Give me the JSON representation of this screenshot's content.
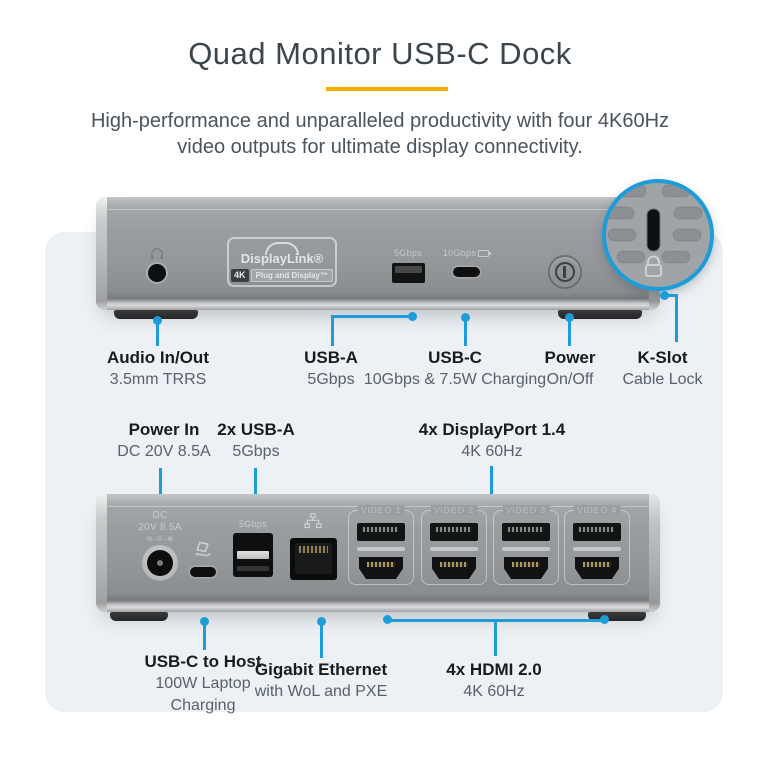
{
  "header": {
    "title": "Quad Monitor USB-C Dock",
    "subtitle_line1": "High-performance and unparalleled productivity with four 4K60Hz",
    "subtitle_line2": "video outputs for ultimate display connectivity."
  },
  "colors": {
    "accent_blue": "#1d9cd9",
    "underline_yellow": "#f7ad00",
    "panel_background": "#edf0f4"
  },
  "front_dock": {
    "displaylink": {
      "brand": "DisplayLink®",
      "badge_4k": "4K",
      "badge_tagline": "Plug and Display™"
    },
    "usb_a_label": "5Gbps",
    "usb_c_label": "10Gbps"
  },
  "front_callouts": [
    {
      "title": "Audio In/Out",
      "sub": "3.5mm TRRS"
    },
    {
      "title": "USB-A",
      "sub": "5Gbps"
    },
    {
      "title": "USB-C",
      "sub": "10Gbps & 7.5W Charging"
    },
    {
      "title": "Power",
      "sub": "On/Off"
    },
    {
      "title": "K-Slot",
      "sub": "Cable Lock"
    }
  ],
  "mid_callouts": [
    {
      "title": "Power In",
      "sub": "DC 20V 8.5A"
    },
    {
      "title": "2x USB-A",
      "sub": "5Gbps"
    },
    {
      "title": "4x DisplayPort 1.4",
      "sub": "4K 60Hz"
    }
  ],
  "back_dock": {
    "dc_line1": "DC",
    "dc_line2": "20V 8.5A",
    "dc_polarity": "⊖–⊙–⊕",
    "usb_a_label": "5Gbps",
    "video_labels": [
      "VIDEO 1",
      "VIDEO 2",
      "VIDEO 3",
      "VIDEO 4"
    ]
  },
  "bottom_callouts": [
    {
      "title": "USB-C to Host",
      "sub": "100W Laptop",
      "sub2": "Charging"
    },
    {
      "title": "Gigabit Ethernet",
      "sub": "with WoL and PXE"
    },
    {
      "title": "4x HDMI 2.0",
      "sub": "4K 60Hz"
    }
  ]
}
